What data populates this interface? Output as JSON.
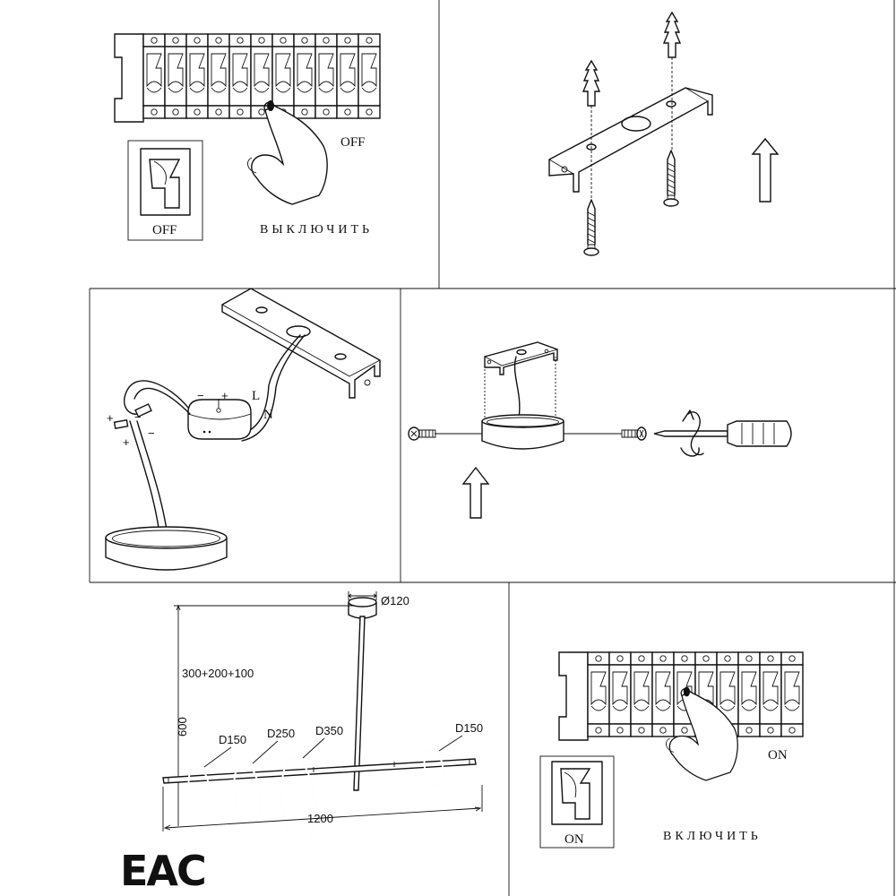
{
  "panel1": {
    "switch_state": "OFF",
    "inset_state": "OFF",
    "caption": "ВЫКЛЮЧИТЬ"
  },
  "panel3": {
    "plus_a": "+",
    "minus_a": "−",
    "plus_b": "+",
    "minus_b": "−",
    "box_minus": "−",
    "box_plus": "+",
    "live": "L",
    "neutral": "N"
  },
  "panel5": {
    "canopy_diameter": "Ø120",
    "drop_length": "300+200+100",
    "height": "600",
    "ring_labels": [
      "D150",
      "D250",
      "D350",
      "D150"
    ],
    "bar_length": "1200"
  },
  "panel6": {
    "switch_state": "ON",
    "inset_state": "ON",
    "caption": "ВКЛЮЧИТЬ"
  },
  "certification": {
    "mark": "EAC"
  }
}
